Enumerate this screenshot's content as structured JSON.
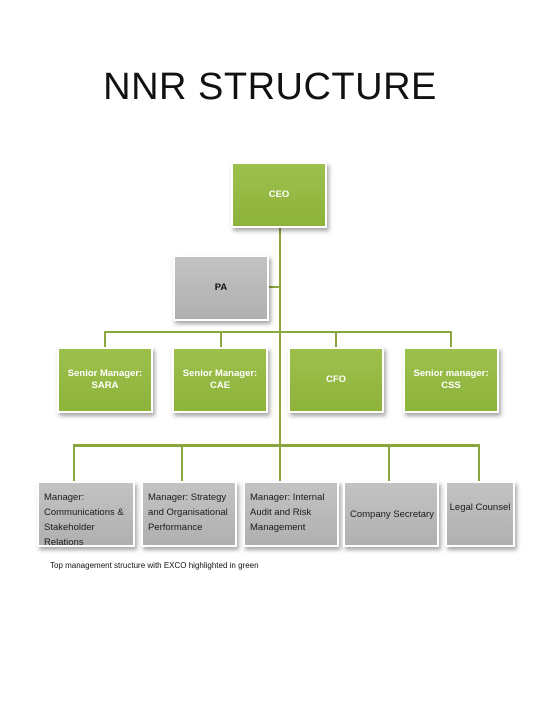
{
  "title": "NNR STRUCTURE",
  "chart": {
    "ceo": "CEO",
    "pa": "PA",
    "senior": [
      "Senior Manager: SARA",
      "Senior Manager: CAE",
      "CFO",
      "Senior manager: CSS"
    ],
    "managers": [
      "Manager: Communications & Stakeholder Relations",
      "Manager: Strategy and Organisational Performance",
      "Manager: Internal Audit and Risk Management",
      "Company Secretary",
      "Legal Counsel"
    ]
  },
  "caption": "Top management structure with EXCO highlighted in green",
  "colors": {
    "exco": "#8db33b",
    "other": "#b9b9b9",
    "connector": "#8aa63f"
  }
}
